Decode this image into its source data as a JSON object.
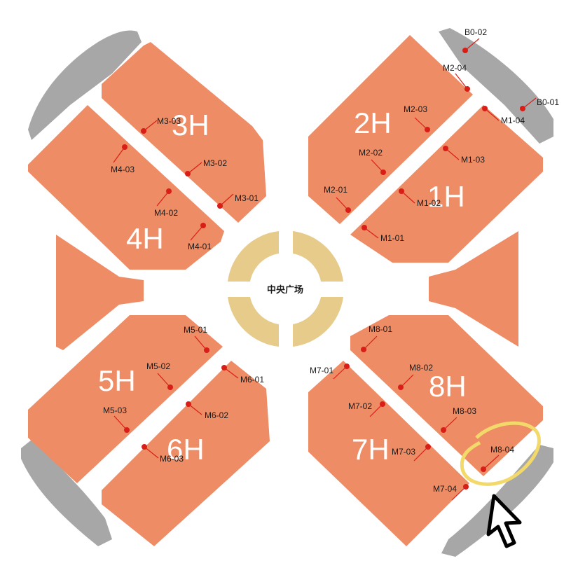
{
  "plaza": {
    "label": "中央广场"
  },
  "halls": [
    {
      "id": "1H",
      "label": "1H"
    },
    {
      "id": "2H",
      "label": "2H"
    },
    {
      "id": "3H",
      "label": "3H"
    },
    {
      "id": "4H",
      "label": "4H"
    },
    {
      "id": "5H",
      "label": "5H"
    },
    {
      "id": "6H",
      "label": "6H"
    },
    {
      "id": "7H",
      "label": "7H"
    },
    {
      "id": "8H",
      "label": "8H"
    }
  ],
  "gates": [
    "B0-01",
    "B0-02",
    "M1-01",
    "M1-02",
    "M1-03",
    "M1-04",
    "M2-01",
    "M2-02",
    "M2-03",
    "M2-04",
    "M3-01",
    "M3-02",
    "M3-03",
    "M4-01",
    "M4-02",
    "M4-03",
    "M5-01",
    "M5-02",
    "M5-03",
    "M6-01",
    "M6-02",
    "M6-03",
    "M7-01",
    "M7-02",
    "M7-03",
    "M7-04",
    "M8-01",
    "M8-02",
    "M8-03",
    "M8-04"
  ],
  "highlight": {
    "gate": "M8-04",
    "ring_color": "#F3D86A"
  },
  "colors": {
    "hall": "#EE8C65",
    "plaza": "#E6CB8A",
    "road": "#A7A7A7",
    "marker": "#D91E18"
  }
}
